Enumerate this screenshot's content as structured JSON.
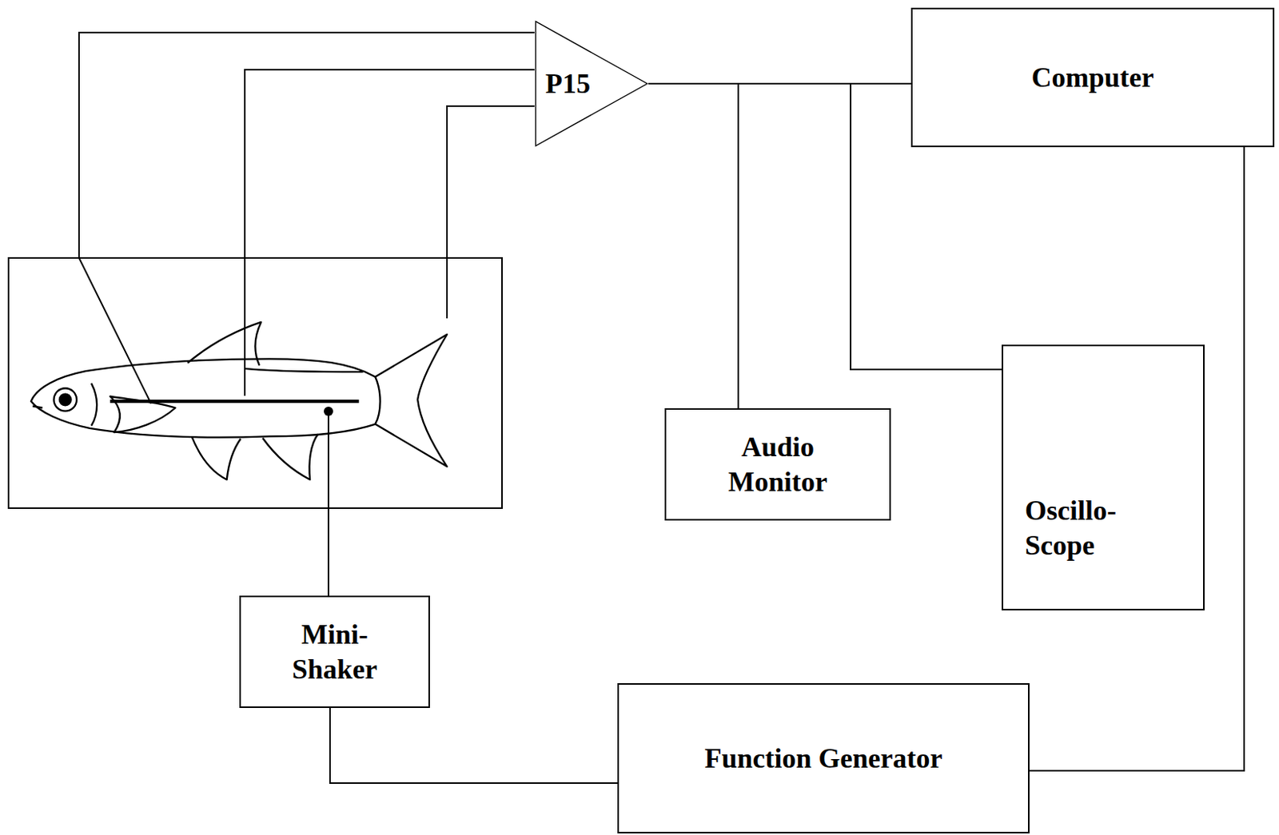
{
  "diagram": {
    "nodes": [
      {
        "text": [
          "P15"
        ]
      },
      {
        "text": [
          "Computer"
        ]
      },
      {
        "text": [
          "Audio Monitor"
        ]
      },
      {
        "text": [
          "Oscillo- Scope"
        ]
      },
      {
        "text": [
          "Mini- Shaker"
        ]
      },
      {
        "text": [
          "Function Generator"
        ]
      }
    ],
    "edges": [
      {
        "from": 0,
        "to": 1,
        "arrow": "none"
      },
      {
        "from": 0,
        "to": 2,
        "arrow": "none"
      },
      {
        "from": 0,
        "to": 3,
        "arrow": "none"
      },
      {
        "from": 1,
        "to": 5,
        "arrow": "none"
      },
      {
        "from": 5,
        "to": 4,
        "arrow": "none"
      }
    ]
  }
}
